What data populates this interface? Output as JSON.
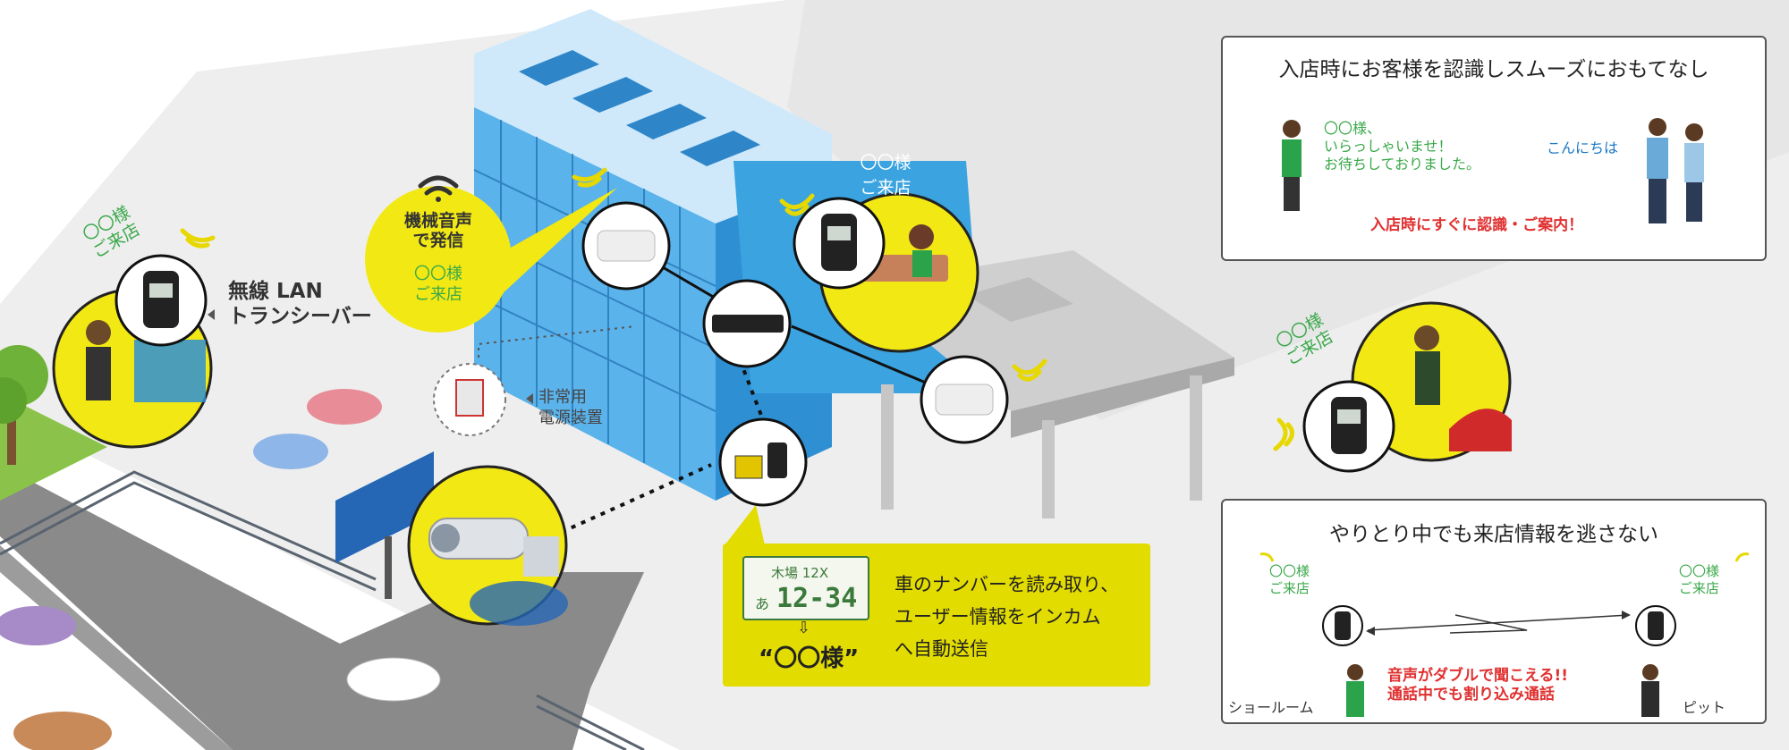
{
  "colors": {
    "accent_yellow": "#f2e814",
    "panel_yellow": "#e2dc00",
    "building_blue": "#3aa3e0",
    "green_text": "#3aa84a",
    "red_text": "#e03030",
    "blue_text": "#1a78c8"
  },
  "icons": [
    "wifi-icon",
    "transceiver-icon",
    "access-point-icon",
    "network-switch-icon",
    "camera-icon",
    "battery-icon"
  ],
  "left": {
    "guest_tag_line1": "〇〇様",
    "guest_tag_line2": "ご来店",
    "transceiver_label_line1": "無線 LAN",
    "transceiver_label_line2": "トランシーバー"
  },
  "center": {
    "voice_bubble_line1": "機械音声",
    "voice_bubble_line2": "で発信",
    "voice_bubble_guest1": "〇〇様",
    "voice_bubble_guest2": "ご来店",
    "sign_guest1": "〇〇様",
    "sign_guest2": "ご来店",
    "ups_label_line1": "非常用",
    "ups_label_line2": "電源装置"
  },
  "plate_box": {
    "plate_top": "木場 12X",
    "plate_hira": "あ",
    "plate_number": "12-34",
    "arrow": "⇩",
    "result": "“〇〇様”",
    "desc_line1": "車のナンバーを読み取り、",
    "desc_line2": "ユーザー情報をインカム",
    "desc_line3": "へ自動送信"
  },
  "right_mid": {
    "guest_tag_line1": "〇〇様",
    "guest_tag_line2": "ご来店"
  },
  "panel_top": {
    "title": "入店時にお客様を認識しスムーズにおもてなし",
    "staff_line1": "〇〇様、",
    "staff_line2": "いらっしゃいませ！",
    "staff_line3": "お待ちしておりました。",
    "customer": "こんにちは",
    "note": "入店時にすぐに認識・ご案内！"
  },
  "panel_bottom": {
    "title": "やりとり中でも来店情報を逃さない",
    "left_tag1": "〇〇様",
    "left_tag2": "ご来店",
    "right_tag1": "〇〇様",
    "right_tag2": "ご来店",
    "note_line1": "音声がダブルで聞こえる!!",
    "note_line2": "通話中でも割り込み通話",
    "left_label": "ショールーム",
    "right_label": "ピット"
  }
}
